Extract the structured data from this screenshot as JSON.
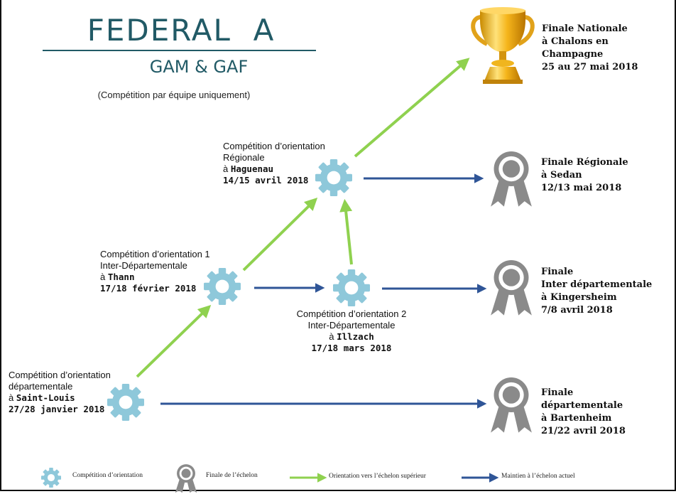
{
  "title": "FEDERAL  A",
  "subtitle": "GAM & GAF",
  "note": "(Compétition par équipe uniquement)",
  "colors": {
    "title": "#215a66",
    "gear": "#8ec8da",
    "green_arrow": "#8fd14f",
    "blue_arrow": "#2f5597",
    "medal": "#8a8a8a",
    "trophy": "#f2b51c"
  },
  "stages": {
    "departemental": {
      "line1": "Compétition d’orientation",
      "line2": "départementale",
      "prefix": "à ",
      "place": "Saint-Louis",
      "date": "27/28 janvier 2018"
    },
    "inter1": {
      "line1": "Compétition d’orientation 1",
      "line2": "Inter-Départementale",
      "prefix": "à ",
      "place": "Thann",
      "date": "17/18 février 2018"
    },
    "inter2": {
      "line1": "Compétition d’orientation 2",
      "line2": "Inter-Départementale",
      "prefix": "à ",
      "place": "Illzach",
      "date": "17/18 mars 2018"
    },
    "regional": {
      "line1": "Compétition d’orientation",
      "line2": "Régionale",
      "prefix": "à ",
      "place": "Haguenau",
      "date": "14/15 avril 2018"
    }
  },
  "finals": {
    "nationale": [
      "Finale Nationale",
      "à Chalons en",
      "Champagne",
      "25 au 27 mai 2018"
    ],
    "regionale": [
      "Finale Régionale",
      "à Sedan",
      "12/13 mai 2018"
    ],
    "inter": [
      "Finale",
      "Inter départementale",
      "à Kingersheim",
      "7/8 avril 2018"
    ],
    "departementale": [
      "Finale",
      "départementale",
      "à Bartenheim",
      "21/22 avril 2018"
    ]
  },
  "icons": {
    "stage": "gear-icon",
    "final": "medal-icon",
    "national": "trophy-icon"
  },
  "legend": {
    "gear": "Compétition d’orientation",
    "medal": "Finale de l’échelon",
    "green": "Orientation vers l’échelon supérieur",
    "blue": "Maintien à l’échelon actuel"
  }
}
